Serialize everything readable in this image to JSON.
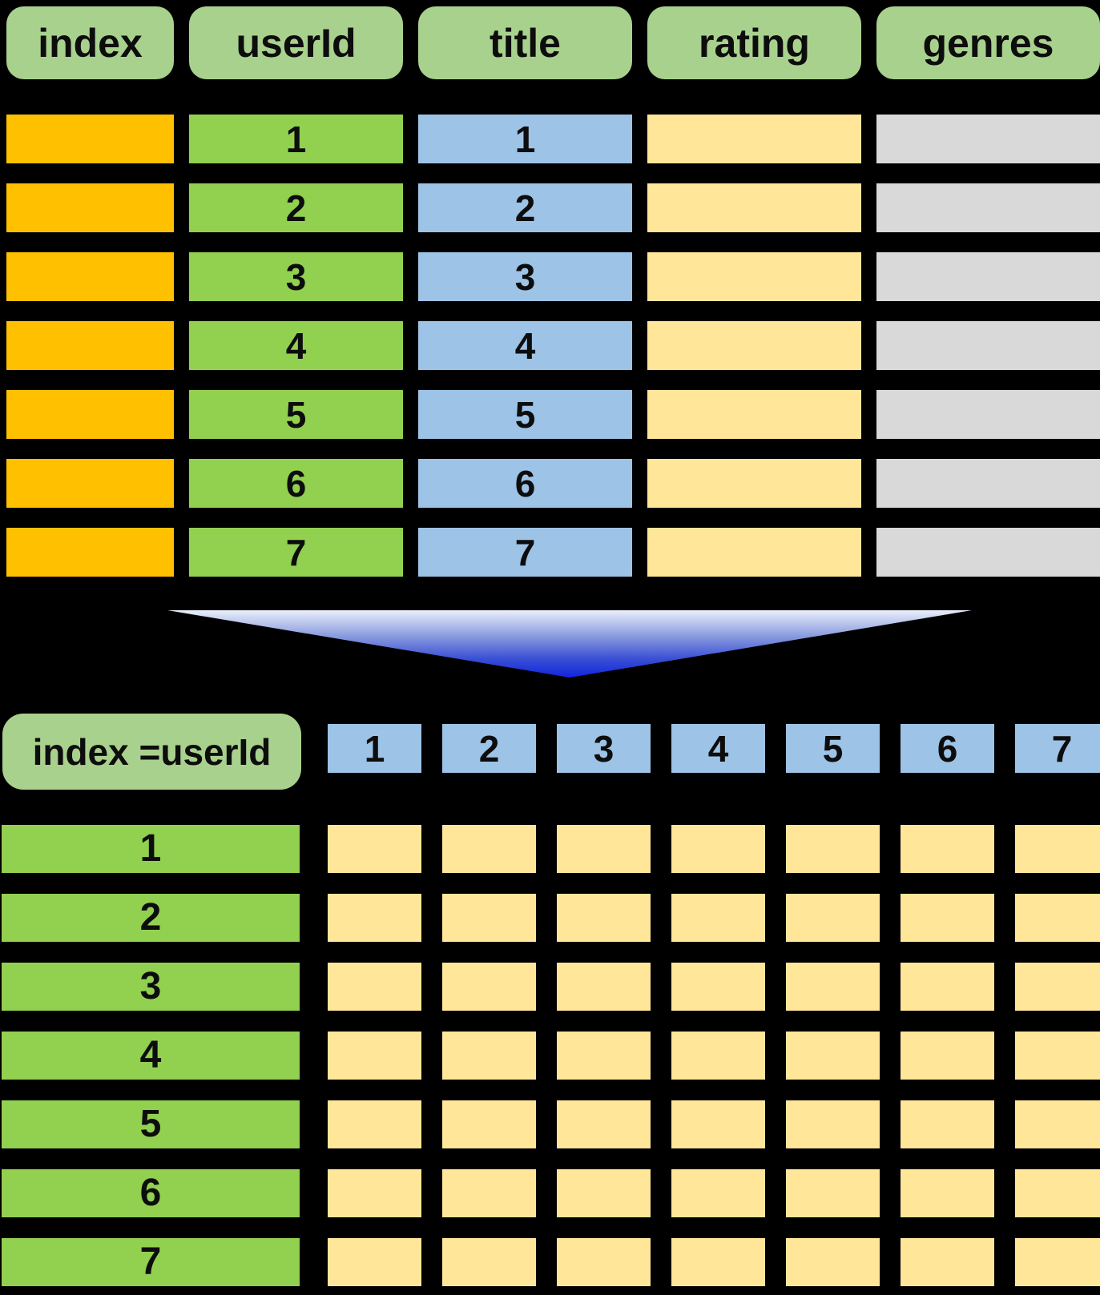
{
  "colors": {
    "background": "#000000",
    "header_green": "#A9D18E",
    "text": "#0D0D0D",
    "index_col": "#FFC000",
    "userid_col": "#92D050",
    "title_col": "#9DC3E6",
    "rating_col": "#FFE699",
    "genres_col": "#D9D9D9",
    "pivot_header_blue": "#9DC3E6",
    "pivot_row_green": "#92D050",
    "pivot_cell_yellow": "#FFE699",
    "arrow_gradient_top": "#E9EFFA",
    "arrow_gradient_mid1": "#8B9CDF",
    "arrow_gradient_mid2": "#3A50D4",
    "arrow_gradient_bottom": "#1124DE"
  },
  "top_table": {
    "headers": [
      "index",
      "userId",
      "title",
      "rating",
      "genres"
    ],
    "rows": [
      {
        "cells": [
          "",
          "1",
          "1",
          "",
          ""
        ]
      },
      {
        "cells": [
          "",
          "2",
          "2",
          "",
          ""
        ]
      },
      {
        "cells": [
          "",
          "3",
          "3",
          "",
          ""
        ]
      },
      {
        "cells": [
          "",
          "4",
          "4",
          "",
          ""
        ]
      },
      {
        "cells": [
          "",
          "5",
          "5",
          "",
          ""
        ]
      },
      {
        "cells": [
          "",
          "6",
          "6",
          "",
          ""
        ]
      },
      {
        "cells": [
          "",
          "7",
          "7",
          "",
          ""
        ]
      }
    ]
  },
  "pivot": {
    "label": "index =userId",
    "column_headers": [
      "1",
      "2",
      "3",
      "4",
      "5",
      "6",
      "7"
    ],
    "rows": [
      {
        "label": "1",
        "cells": [
          "",
          "",
          "",
          "",
          "",
          "",
          ""
        ]
      },
      {
        "label": "2",
        "cells": [
          "",
          "",
          "",
          "",
          "",
          "",
          ""
        ]
      },
      {
        "label": "3",
        "cells": [
          "",
          "",
          "",
          "",
          "",
          "",
          ""
        ]
      },
      {
        "label": "4",
        "cells": [
          "",
          "",
          "",
          "",
          "",
          "",
          ""
        ]
      },
      {
        "label": "5",
        "cells": [
          "",
          "",
          "",
          "",
          "",
          "",
          ""
        ]
      },
      {
        "label": "6",
        "cells": [
          "",
          "",
          "",
          "",
          "",
          "",
          ""
        ]
      },
      {
        "label": "7",
        "cells": [
          "",
          "",
          "",
          "",
          "",
          "",
          ""
        ]
      }
    ]
  }
}
